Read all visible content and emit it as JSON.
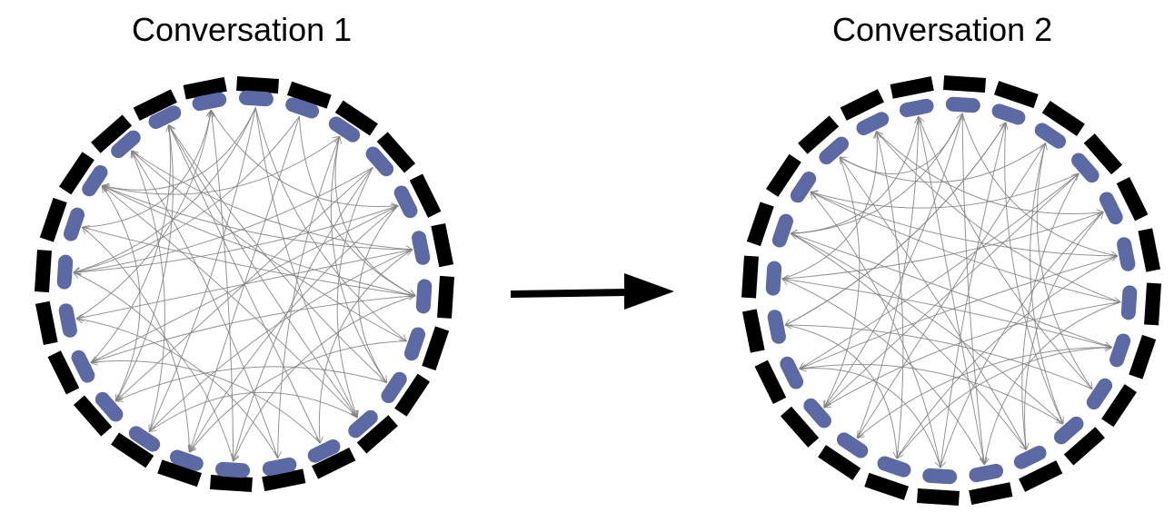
{
  "panels": [
    {
      "title": "Conversation 1",
      "node_count": 24,
      "node_color": "#5b69a4",
      "segment_color": "#000000",
      "edges": [
        [
          0,
          7
        ],
        [
          0,
          14
        ],
        [
          0,
          18
        ],
        [
          0,
          20
        ],
        [
          1,
          6
        ],
        [
          1,
          13
        ],
        [
          2,
          6
        ],
        [
          2,
          11
        ],
        [
          3,
          9
        ],
        [
          3,
          15
        ],
        [
          3,
          18
        ],
        [
          4,
          8
        ],
        [
          4,
          13
        ],
        [
          4,
          16
        ],
        [
          5,
          10
        ],
        [
          5,
          17
        ],
        [
          5,
          20
        ],
        [
          6,
          12
        ],
        [
          6,
          19
        ],
        [
          7,
          13
        ],
        [
          7,
          21
        ],
        [
          8,
          15
        ],
        [
          8,
          22
        ],
        [
          9,
          14
        ],
        [
          9,
          20
        ],
        [
          10,
          16
        ],
        [
          11,
          17
        ],
        [
          11,
          21
        ],
        [
          12,
          18
        ],
        [
          12,
          23
        ],
        [
          13,
          19
        ],
        [
          14,
          21
        ],
        [
          15,
          20
        ],
        [
          16,
          22
        ],
        [
          17,
          23
        ],
        [
          19,
          23
        ],
        [
          20,
          2
        ],
        [
          21,
          5
        ],
        [
          22,
          9
        ],
        [
          23,
          4
        ],
        [
          0,
          9
        ],
        [
          1,
          18
        ],
        [
          3,
          12
        ],
        [
          6,
          20
        ],
        [
          8,
          2
        ],
        [
          10,
          22
        ],
        [
          14,
          5
        ],
        [
          16,
          6
        ],
        [
          18,
          4
        ],
        [
          22,
          15
        ]
      ]
    },
    {
      "title": "Conversation 2",
      "node_count": 24,
      "node_color": "#5b69a4",
      "segment_color": "#000000",
      "edges": [
        [
          0,
          11
        ],
        [
          0,
          15
        ],
        [
          0,
          19
        ],
        [
          1,
          9
        ],
        [
          1,
          17
        ],
        [
          2,
          8
        ],
        [
          2,
          14
        ],
        [
          2,
          21
        ],
        [
          3,
          10
        ],
        [
          3,
          16
        ],
        [
          4,
          12
        ],
        [
          4,
          18
        ],
        [
          5,
          13
        ],
        [
          5,
          20
        ],
        [
          6,
          15
        ],
        [
          6,
          22
        ],
        [
          7,
          14
        ],
        [
          7,
          19
        ],
        [
          8,
          17
        ],
        [
          8,
          23
        ],
        [
          9,
          16
        ],
        [
          10,
          21
        ],
        [
          11,
          18
        ],
        [
          12,
          20
        ],
        [
          13,
          22
        ],
        [
          14,
          23
        ],
        [
          15,
          3
        ],
        [
          16,
          5
        ],
        [
          17,
          1
        ],
        [
          18,
          7
        ],
        [
          19,
          10
        ],
        [
          20,
          6
        ],
        [
          21,
          0
        ],
        [
          22,
          4
        ],
        [
          23,
          11
        ],
        [
          0,
          5
        ],
        [
          3,
          20
        ],
        [
          6,
          11
        ],
        [
          9,
          2
        ],
        [
          12,
          1
        ],
        [
          13,
          7
        ],
        [
          18,
          22
        ],
        [
          21,
          15
        ],
        [
          23,
          19
        ],
        [
          10,
          4
        ],
        [
          16,
          12
        ],
        [
          17,
          13
        ],
        [
          19,
          9
        ]
      ]
    }
  ],
  "transition_arrow": "right-arrow",
  "edge_color": "#808080"
}
